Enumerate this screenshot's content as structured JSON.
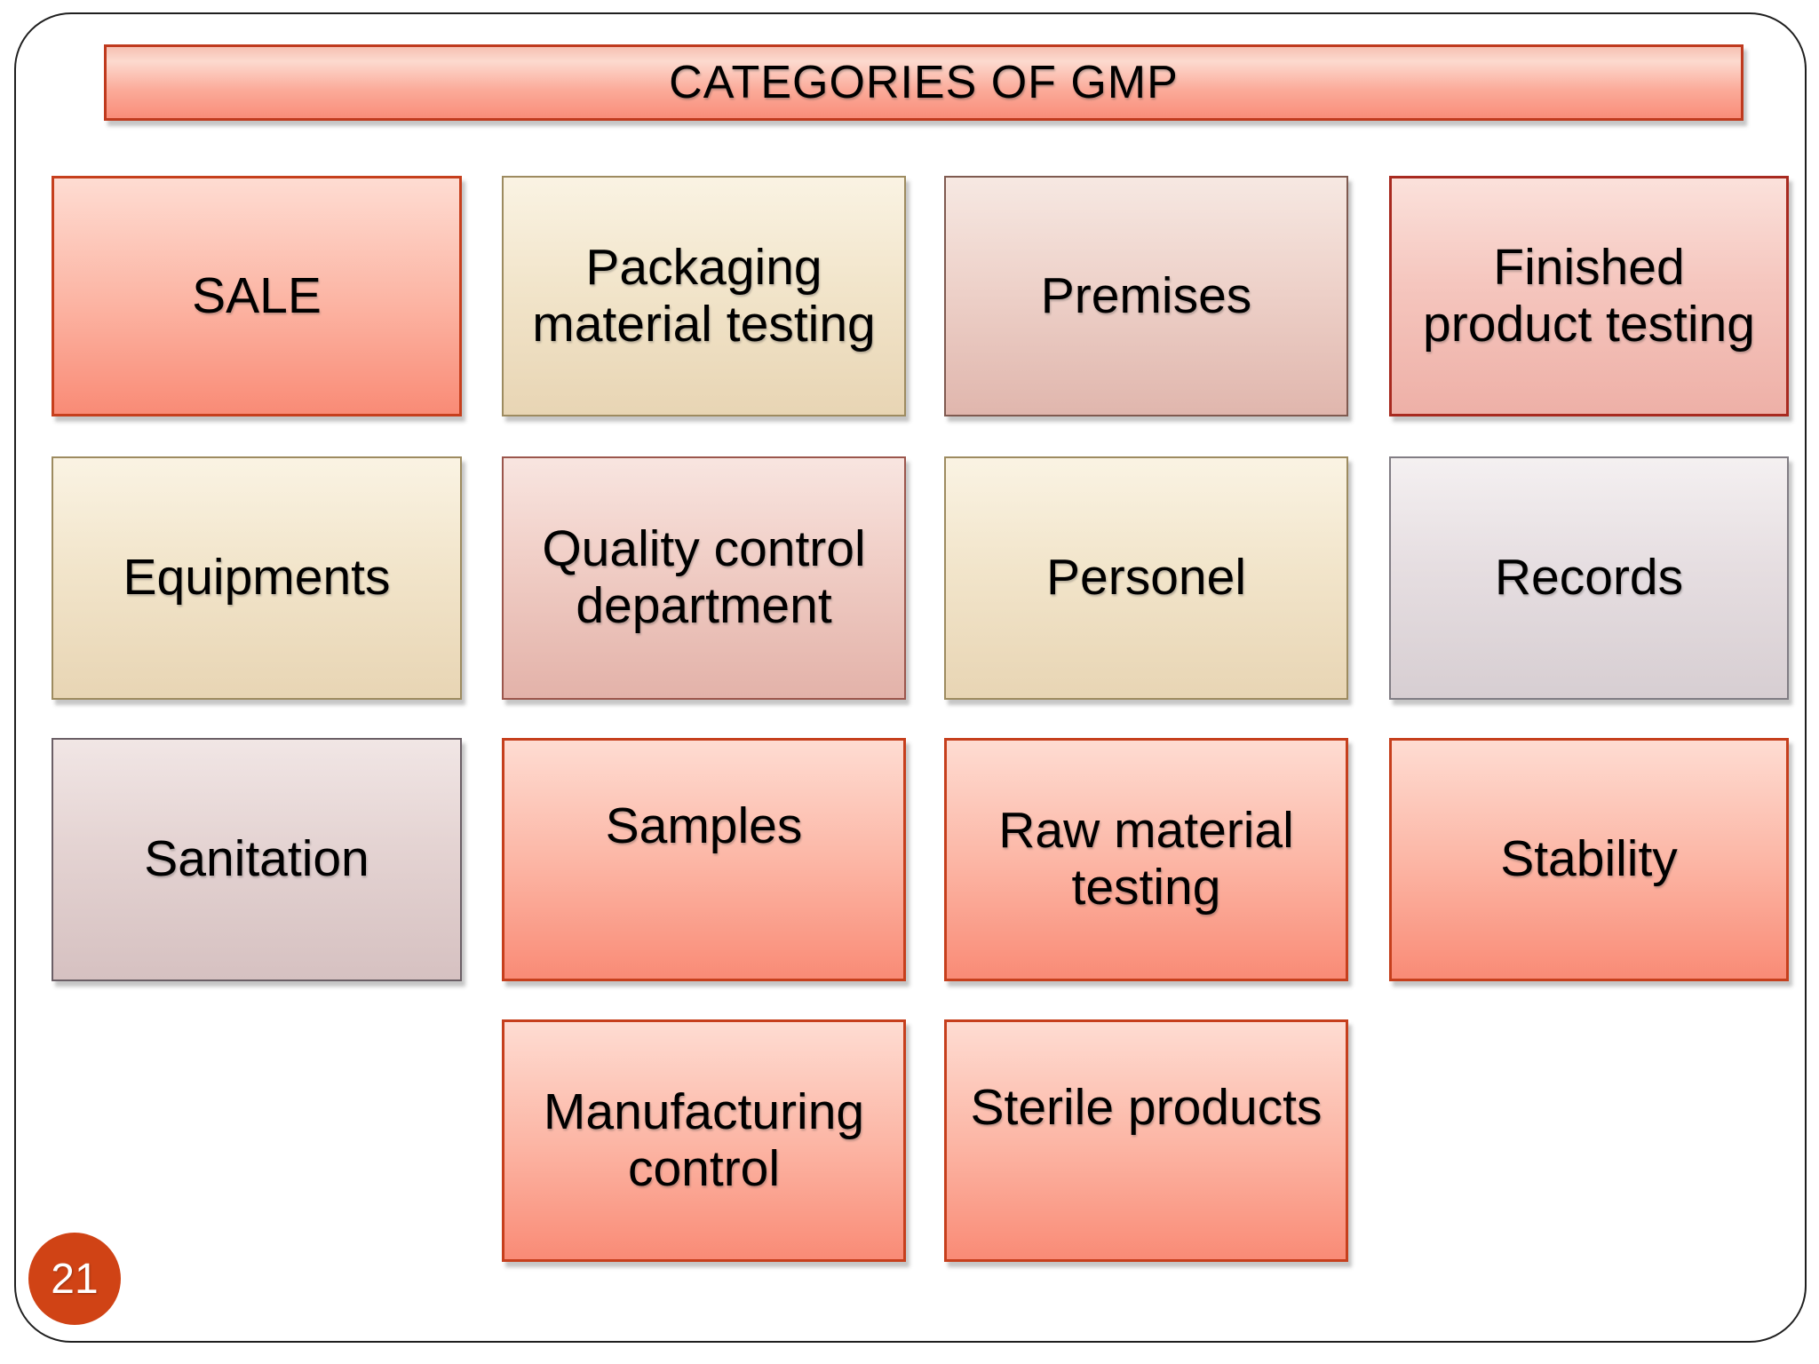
{
  "slide": {
    "title": "CATEGORIES OF GMP",
    "page_number": "21"
  },
  "palette": {
    "title": {
      "stops": [
        "#f6c0b2 0%",
        "#fcdacf 20%",
        "#fbab9a 60%",
        "#f98d79 100%"
      ],
      "border": "#bf3a1e",
      "border_width": 3
    },
    "salmon": {
      "stops": [
        "#fedcd2 0%",
        "#fcb5a4 52%",
        "#f98b76 100%"
      ],
      "border": "#c63f1d",
      "border_width": 3
    },
    "cream": {
      "stops": [
        "#faf3e3 0%",
        "#f2e5cb 45%",
        "#e8d5b4 100%"
      ],
      "border": "#9d8b60",
      "border_width": 2
    },
    "rose": {
      "stops": [
        "#f6e8e2 0%",
        "#eed2ca 45%",
        "#e0b6ad 100%"
      ],
      "border": "#7f5a50",
      "border_width": 2
    },
    "rose2": {
      "stops": [
        "#f8e5e0 0%",
        "#f0cdc5 45%",
        "#e3b2a9 100%"
      ],
      "border": "#9b564c",
      "border_width": 2
    },
    "pinkred": {
      "stops": [
        "#fbe1db 0%",
        "#f5c6be 45%",
        "#eeb0a7 100%"
      ],
      "border": "#a82a20",
      "border_width": 3
    },
    "gray": {
      "stops": [
        "#f4f0f1 0%",
        "#e6dee1 45%",
        "#d7ced2 100%"
      ],
      "border": "#817d84",
      "border_width": 2
    },
    "mauve": {
      "stops": [
        "#f1e6e5 0%",
        "#e4d3d2 45%",
        "#d6c1c1 100%"
      ],
      "border": "#6b5f66",
      "border_width": 2
    },
    "page_circle": "#d04315",
    "text": "#000000",
    "frame_border": "#1f1f1f"
  },
  "boxes": [
    {
      "label": "SALE",
      "style": "salmon",
      "row": 0,
      "col": 0
    },
    {
      "label": "Packaging material testing",
      "style": "cream",
      "row": 0,
      "col": 1
    },
    {
      "label": "Premises",
      "style": "rose",
      "row": 0,
      "col": 2
    },
    {
      "label": "Finished product testing",
      "style": "pinkred",
      "row": 0,
      "col": 3
    },
    {
      "label": "Equipments",
      "style": "cream",
      "row": 1,
      "col": 0
    },
    {
      "label": "Quality control department",
      "style": "rose2",
      "row": 1,
      "col": 1
    },
    {
      "label": "Personel",
      "style": "cream",
      "row": 1,
      "col": 2
    },
    {
      "label": "Records",
      "style": "gray",
      "row": 1,
      "col": 3
    },
    {
      "label": "Sanitation",
      "style": "mauve",
      "row": 2,
      "col": 0
    },
    {
      "label": "Samples",
      "style": "salmon",
      "row": 2,
      "col": 1,
      "text_high": true
    },
    {
      "label": "Raw material testing",
      "style": "salmon",
      "row": 2,
      "col": 2
    },
    {
      "label": "Stability",
      "style": "salmon",
      "row": 2,
      "col": 3
    },
    {
      "label": "Manufacturing control",
      "style": "salmon",
      "row": 3,
      "col": 1
    },
    {
      "label": "Sterile products",
      "style": "salmon",
      "row": 3,
      "col": 2,
      "text_high": true
    }
  ]
}
